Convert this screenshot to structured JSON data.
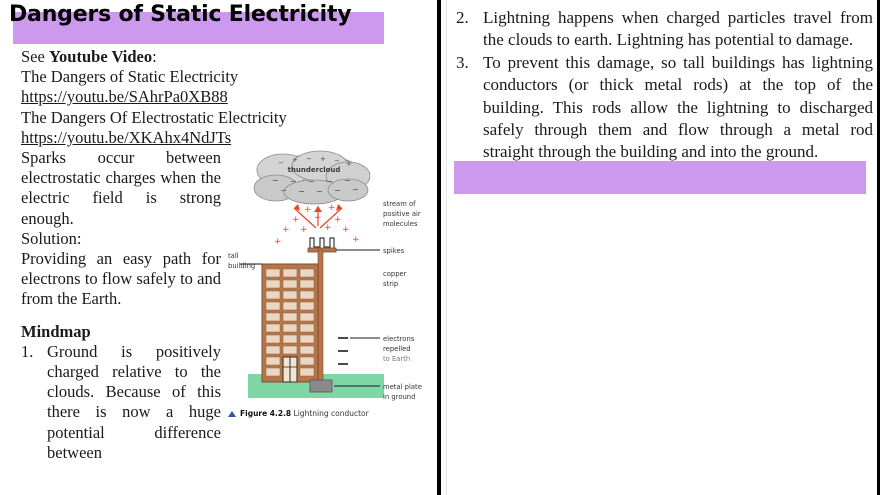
{
  "colors": {
    "highlight_purple": "#cc99ee",
    "text_black": "#1a1a1a",
    "divider_black": "#000000",
    "figure_building": "#b5764b",
    "figure_ground": "#7ed6a5",
    "figure_cloud": "#c8c8c8",
    "figure_charge_red": "#e8442a",
    "caption_blue": "#3355aa"
  },
  "left": {
    "title": "Dangers of Static Electricity",
    "intro": {
      "see_label": "See ",
      "see_bold": "Youtube Video",
      "see_colon": ":",
      "video1_title": "The Dangers of Static Electricity",
      "video1_url": "https://youtu.be/SAhrPa0XB88",
      "video2_title": "The Dangers Of Electrostatic Electricity",
      "video2_url": "https://youtu.be/XKAhx4NdJTs"
    },
    "paragraph": "Sparks occur between electrostatic charges when the electric field is strong enough.",
    "solution_label": "Solution:",
    "solution_text": "Providing an easy path for electrons to flow safely  to and from the Earth.",
    "mindmap_heading": "Mindmap",
    "mindmap_items": [
      {
        "num": "1.",
        "text": "Ground is positively charged relative to the clouds. Because of this there is now a huge potential difference between"
      }
    ]
  },
  "figure": {
    "caption_tri": "triangle-marker",
    "caption_bold": "Figure 4.2.8",
    "caption_text": " Lightning conductor",
    "cloud_label": "thundercloud",
    "labels": {
      "tall_building": "tall\nbuilding",
      "tall_building_l1": "tall",
      "tall_building_l2": "building",
      "stream_l1": "stream of",
      "stream_l2": "positive air",
      "stream_l3": "molecules",
      "spikes": "spikes",
      "copper_l1": "copper",
      "copper_l2": "strip",
      "electrons_l1": "electrons",
      "electrons_l2": "repelled",
      "electrons_l3": "to Earth",
      "plate_l1": "metal plate",
      "plate_l2": "in ground"
    },
    "cloud_top_signs": [
      "−",
      "+",
      "−",
      "+",
      "−",
      "+",
      "−"
    ],
    "cloud_bottom_signs": [
      "−",
      "−",
      "−",
      "−",
      "−",
      "−",
      "−",
      "−"
    ],
    "positive_signs": [
      "+",
      "+",
      "+",
      "+",
      "+",
      "+",
      "+",
      "+",
      "+",
      "+",
      "+"
    ],
    "negative_marks": [
      "−",
      "−",
      "−"
    ]
  },
  "right": {
    "items": [
      {
        "num": "2.",
        "lines": [
          "Lightning happens when charged particles",
          "travel from the clouds to earth. Lightning",
          "has potential to damage."
        ],
        "text": "Lightning happens when charged particles travel from the clouds to earth. Lightning has potential to damage."
      },
      {
        "num": "3.",
        "lines": [
          "To prevent this damage, so tall buildings has",
          "lightning conductors (or thick metal rods) at",
          "the top of the building. This rods allow the",
          "lightning to discharged safely through them",
          "and flow through a metal rod straight",
          "through the building and into the ground."
        ],
        "text": "To prevent this damage, so tall buildings has lightning conductors (or thick metal rods) at the top of the building. This rods allow the lightning to discharged safely through them and flow through a metal rod straight through the building and into the ground."
      }
    ]
  }
}
